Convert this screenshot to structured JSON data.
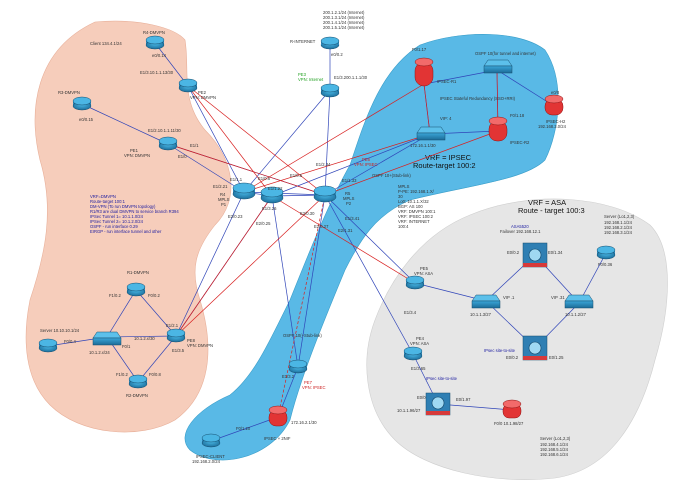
{
  "zones": {
    "dmvpn": {
      "label": ""
    },
    "ipsec": {
      "title": "VRF = IPSEC",
      "subtitle": "Route-target 100:2"
    },
    "asa": {
      "title": "VRF = ASA",
      "subtitle": "Route - target 100:3"
    }
  },
  "devices": {
    "internet_box": {
      "lines": [
        "200.1.2.1/24 (Internet)",
        "200.1.3.1/24 (Internet)",
        "200.1.4.1/24 (Internet)",
        "200.1.5.1/24 (Internet)"
      ]
    },
    "r_internet": {
      "label": "R-INTERNET",
      "iface": "e0/0.2"
    },
    "pe3": {
      "label": "PE3",
      "sub": "VPN: Internet",
      "iface": "E1/3.200.1.1.1/30"
    },
    "hub": {
      "label": "R4-DMVPN",
      "iface": "e0/0.14",
      "client": "Client 134.4.1/24"
    },
    "pe2": {
      "label": "PE2",
      "sub": "VPN: DMVPN",
      "iface": "E1/3.10.1.1.13/30"
    },
    "r3": {
      "label": "R3-DMVPN",
      "iface": "e0/0.15"
    },
    "pe1": {
      "label": "PE1",
      "sub": "VPN: DMVPN",
      "iface": "E1/2.10.1.1.11/30",
      "iface2": "E1/0",
      "iface3": "E1/1"
    },
    "r4p1": {
      "label": "R4",
      "sub": "MPLS",
      "sub2": "P1"
    },
    "r5p2": {
      "label": "R5",
      "sub": "MPLS",
      "sub2": "P2"
    },
    "dmvpn_notes": [
      "VRF=DMVPN",
      "Route-target 100:1",
      "DM-VPN (To run DMVPN topology)",
      "R1/R3 are dual DMVPN to service branch R394",
      "IPSec Tunnel 1= 10.1.1.0/24",
      "IPSec Tunnel 2= 10.1.2.0/24",
      "OSPF - run interface 0.29",
      "EIRGP - run interface tunnel and other"
    ],
    "mpls_notes": [
      "MPLS",
      "P-PE: 192.168.1.X/",
      "30",
      "Lo0: 10.1.1.X/32",
      "BGP: AS 100",
      "VRF: DMVPN 100:1",
      "VRF: IPSEC 100:2",
      "VRF: INTERNET",
      "100:4"
    ],
    "r1": {
      "label": "R1-DMVPN",
      "iface1": "F1/0.2",
      "iface2": "F0/0.2"
    },
    "pe8": {
      "label": "PE8",
      "sub": "VPN: DMVPN",
      "iface": "E1/2.1",
      "iface2": "E1/3.5"
    },
    "r2": {
      "label": "R2-DMVPN",
      "iface1": "F1/0.2",
      "iface2": "F0/0.8"
    },
    "sw_left": {
      "label": "10.1.2.x/24",
      "iface": "10.1.2.x/30",
      "iface2": "F0/1"
    },
    "server_left": {
      "label": "Server 10.10.10.1/24",
      "iface": "F0/0.4"
    },
    "ipsec_r1": {
      "label": "IPSEC-R1",
      "iface": "F0/1.17"
    },
    "ipsec_r2": {
      "label": "IPSEC-R2",
      "iface": "F0/1.18"
    },
    "ipsec_lan": {
      "label": "192.168.3.0/24",
      "iface": "e0/0",
      "dev": "IPSEC-H2"
    },
    "ipsec_redundancy": "IPSEC Stateful Redundancy (SSO+RRI)",
    "ospf_note": "OSPF 10(for tunnel and internet)",
    "ipsec_vip": "VIP: 4",
    "pe6": {
      "label": "PE6",
      "sub": "VPN: IPSEC",
      "iface": "172.16.1.1/30"
    },
    "ospf_stub": "OSPF 10+(Stub-link)",
    "pe7": {
      "label": "PE7",
      "sub": "VPN: IPSEC",
      "iface": "E1/3.2"
    },
    "ipsec_client": {
      "label": "IPSEC-CLIENT",
      "sub": "192.168.2.0/24",
      "iface": "F0/1.20"
    },
    "ipsec_2nif": {
      "label": "IPSEC + 2NIF",
      "iface": "172.16.2.1/30"
    },
    "ospf_link2": "OSPF 10(+Stub-link)",
    "pe5": {
      "label": "PE5",
      "sub": "VPN: ASA",
      "iface": "E1/3.4"
    },
    "pe4": {
      "label": "PE4",
      "sub": "VPN: ASA",
      "iface": "E1/3.65"
    },
    "asa1": {
      "label": "ASA5520",
      "sub": "Failover 192.168.12.1",
      "iface": "E0/0.2",
      "iface2": "E0/1.34"
    },
    "asa2": {
      "iface": "E0/0.2",
      "iface2": "E0/1.25"
    },
    "asa_sw1": {
      "iface": "10.1.1.3/27",
      "vip": "VIP .1"
    },
    "asa_sw2": {
      "iface": "10.1.1.2/27",
      "vip": "VIP .31"
    },
    "ipsec_s2s": "IPsec site-to-site",
    "asa_fw3": {
      "iface": "10.1.1.96/27",
      "iface2": "E0/1.97",
      "iface3": "E0/0"
    },
    "asa_r": {
      "iface": "F0/0 10.1.98/27"
    },
    "server_r1": {
      "label": "Server (Lo1,2,3)",
      "lines": [
        "192.168.1.1/24",
        "192.168.2.1/24",
        "192.168.3.1/24"
      ],
      "iface": "F0/0.36"
    },
    "server_r2": {
      "label": "Server (Lo1,2,3)",
      "lines": [
        "192.168.4.1/24",
        "192.168.5.1/24",
        "192.168.6.1/24"
      ]
    },
    "router_ifaces": [
      "E1/1.1",
      "E1/2.21",
      "E2/0.23",
      "E2/0.25",
      "E1/0.6",
      "E1/1.22",
      "E1/3.26",
      "E1/0.5",
      "E2/0.30",
      "E1/2.34",
      "E1/1.33",
      "E2/0.27",
      "E1/3.41",
      "E2/1.31"
    ]
  }
}
